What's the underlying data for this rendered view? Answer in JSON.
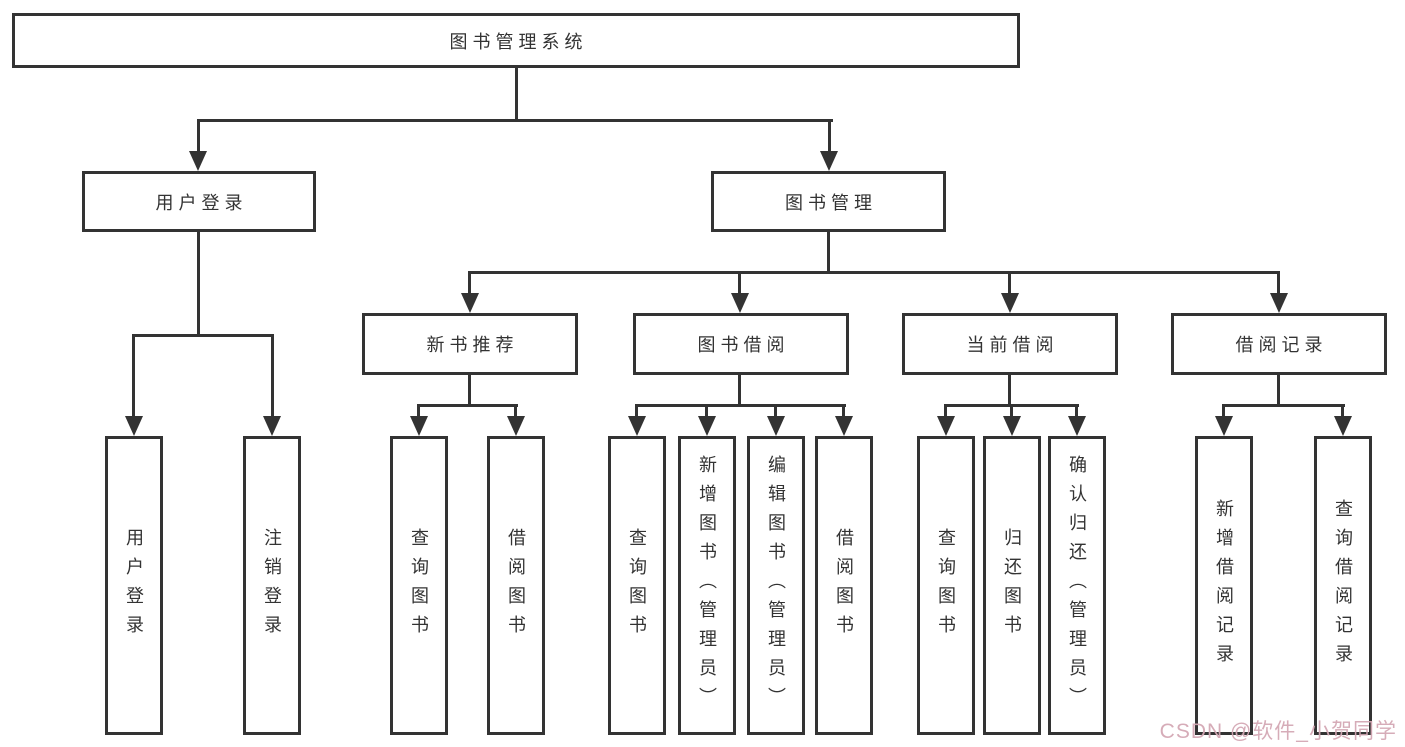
{
  "diagram": {
    "root": {
      "label": "图书管理系统"
    },
    "level1": [
      {
        "label": "用户登录"
      },
      {
        "label": "图书管理"
      }
    ],
    "level2": [
      {
        "label": "新书推荐"
      },
      {
        "label": "图书借阅"
      },
      {
        "label": "当前借阅"
      },
      {
        "label": "借阅记录"
      }
    ],
    "leaves": {
      "user_login": [
        "用户登录",
        "注销登录"
      ],
      "new_books": [
        "查询图书",
        "借阅图书"
      ],
      "borrow": [
        "查询图书",
        "新增图书（管理员）",
        "编辑图书（管理员）",
        "借阅图书"
      ],
      "current": [
        "查询图书",
        "归还图书",
        "确认归还（管理员）"
      ],
      "records": [
        "新增借阅记录",
        "查询借阅记录"
      ]
    }
  },
  "watermark": {
    "text": "CSDN @软件_小贺同学",
    "color": "#d4a8b4"
  },
  "colors": {
    "line": "#333333",
    "box_border": "#333333",
    "background": "#ffffff",
    "text": "#333333"
  }
}
